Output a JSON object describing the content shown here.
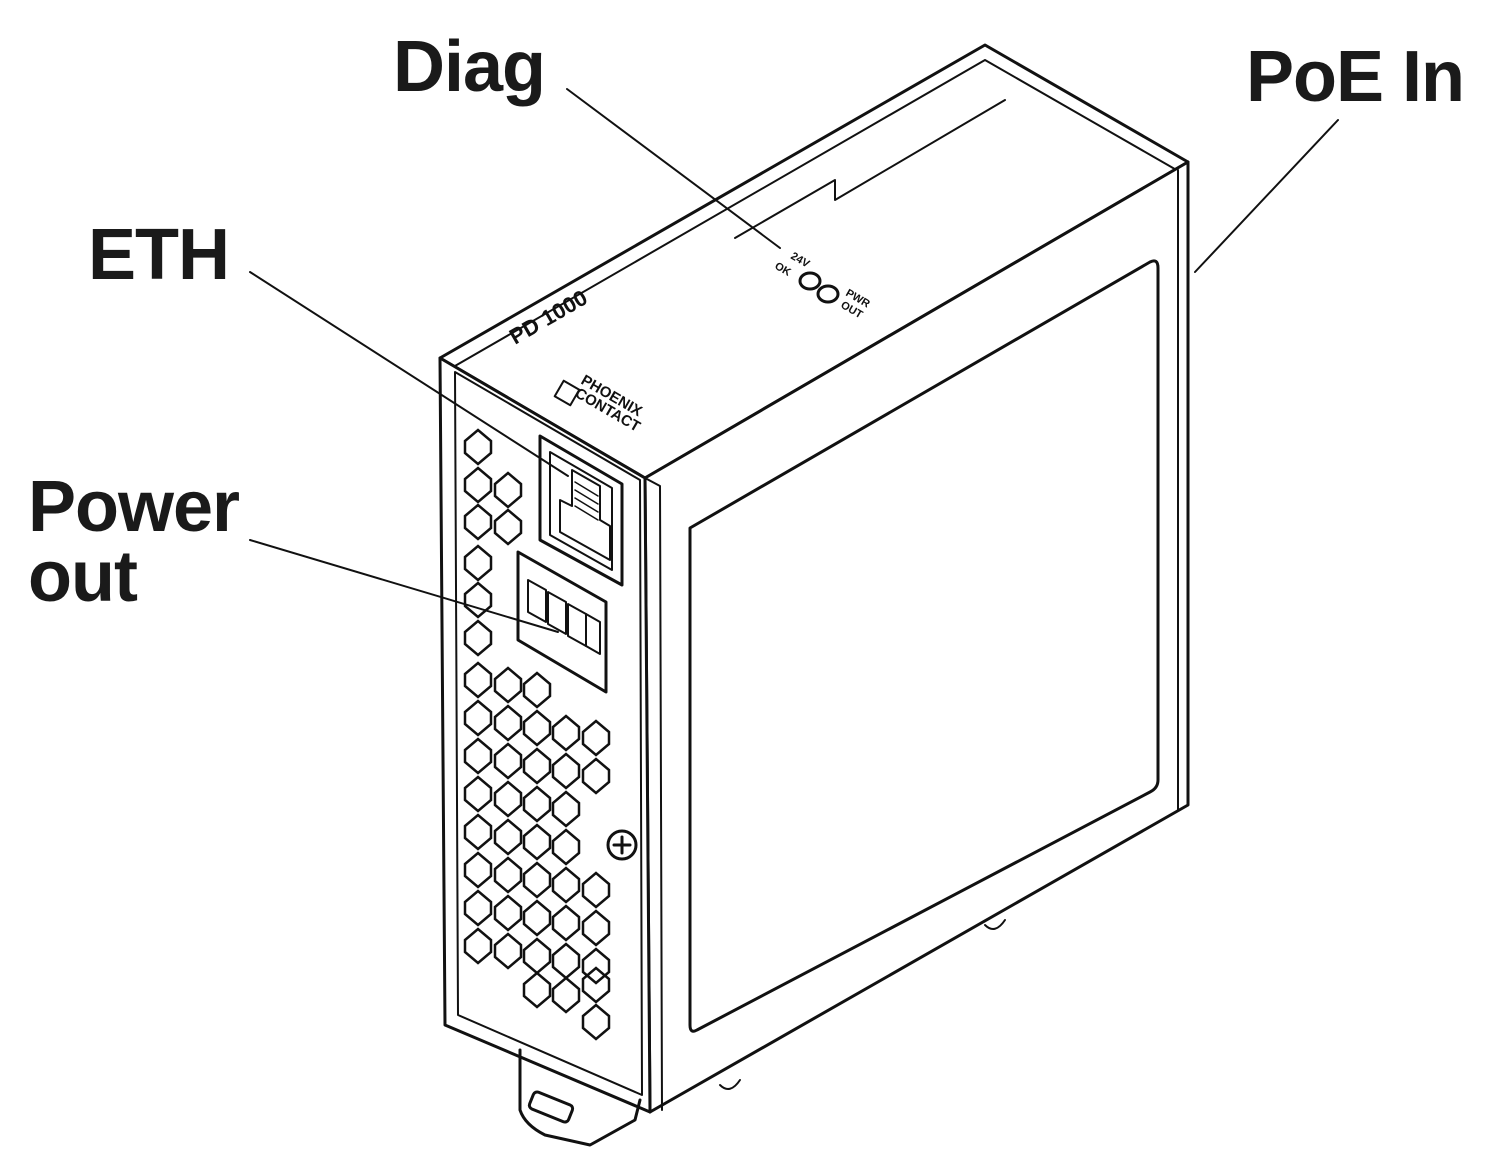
{
  "callouts": {
    "diag": "Diag",
    "poe_in": "PoE In",
    "eth": "ETH",
    "power_out_line1": "Power",
    "power_out_line2": "out"
  },
  "device": {
    "model": "PD 1000",
    "brand_line1": "PHOENIX",
    "brand_line2": "CONTACT",
    "led_24v": "24V",
    "led_ok": "OK",
    "led_pwr": "PWR",
    "led_out": "OUT"
  },
  "colors": {
    "ink": "#111111",
    "background": "#ffffff"
  }
}
